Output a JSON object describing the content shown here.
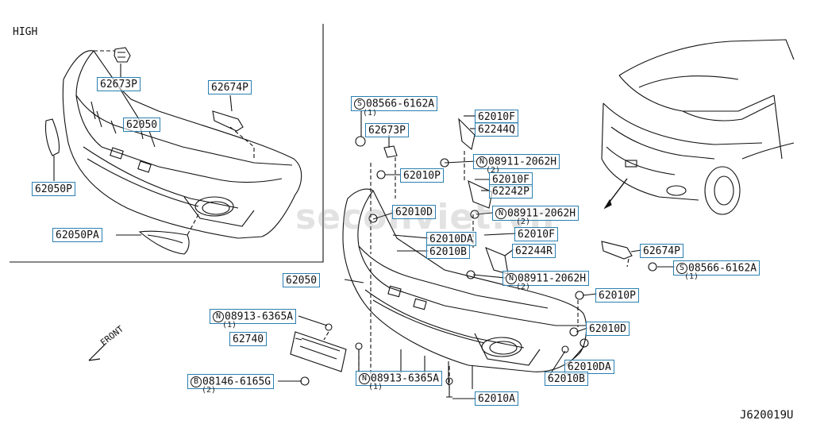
{
  "header": {
    "variant_label": "HIGH"
  },
  "footer": {
    "diagram_code": "J620019U"
  },
  "front_indicator": {
    "label": "FRONT"
  },
  "watermark": {
    "text": "seconviet.vn"
  },
  "colors": {
    "callout_border": "#2a7fb0",
    "line": "#111111"
  },
  "callouts": [
    {
      "id": "c01",
      "part": "62673P"
    },
    {
      "id": "c02",
      "part": "62674P"
    },
    {
      "id": "c03",
      "part": "62050"
    },
    {
      "id": "c04",
      "part": "62050P"
    },
    {
      "id": "c05",
      "part": "62050PA"
    },
    {
      "id": "c06",
      "part": "08566-6162A",
      "prefix": "S",
      "qty": "(1)"
    },
    {
      "id": "c07",
      "part": "62673P"
    },
    {
      "id": "c08",
      "part": "62010P"
    },
    {
      "id": "c09",
      "part": "62010D"
    },
    {
      "id": "c10",
      "part": "62010DA"
    },
    {
      "id": "c11",
      "part": "62010B"
    },
    {
      "id": "c12",
      "part": "62050"
    },
    {
      "id": "c13",
      "part": "62010F"
    },
    {
      "id": "c14",
      "part": "62244Q"
    },
    {
      "id": "c15",
      "part": "08911-2062H",
      "prefix": "N",
      "qty": "(2)"
    },
    {
      "id": "c16",
      "part": "62010F"
    },
    {
      "id": "c17",
      "part": "62242P"
    },
    {
      "id": "c18",
      "part": "08911-2062H",
      "prefix": "N",
      "qty": "(2)"
    },
    {
      "id": "c19",
      "part": "62010F"
    },
    {
      "id": "c20",
      "part": "62244R"
    },
    {
      "id": "c21",
      "part": "08911-2062H",
      "prefix": "N",
      "qty": "(2)"
    },
    {
      "id": "c22",
      "part": "62674P"
    },
    {
      "id": "c23",
      "part": "08566-6162A",
      "prefix": "S",
      "qty": "(1)"
    },
    {
      "id": "c24",
      "part": "62010P"
    },
    {
      "id": "c25",
      "part": "62010D"
    },
    {
      "id": "c26",
      "part": "62010DA"
    },
    {
      "id": "c27",
      "part": "62010B"
    },
    {
      "id": "c28",
      "part": "08913-6365A",
      "prefix": "N",
      "qty": "(1)"
    },
    {
      "id": "c29",
      "part": "62740"
    },
    {
      "id": "c30",
      "part": "08146-6165G",
      "prefix": "B",
      "qty": "(2)"
    },
    {
      "id": "c31",
      "part": "08913-6365A",
      "prefix": "N",
      "qty": "(1)"
    },
    {
      "id": "c32",
      "part": "62010A"
    }
  ]
}
